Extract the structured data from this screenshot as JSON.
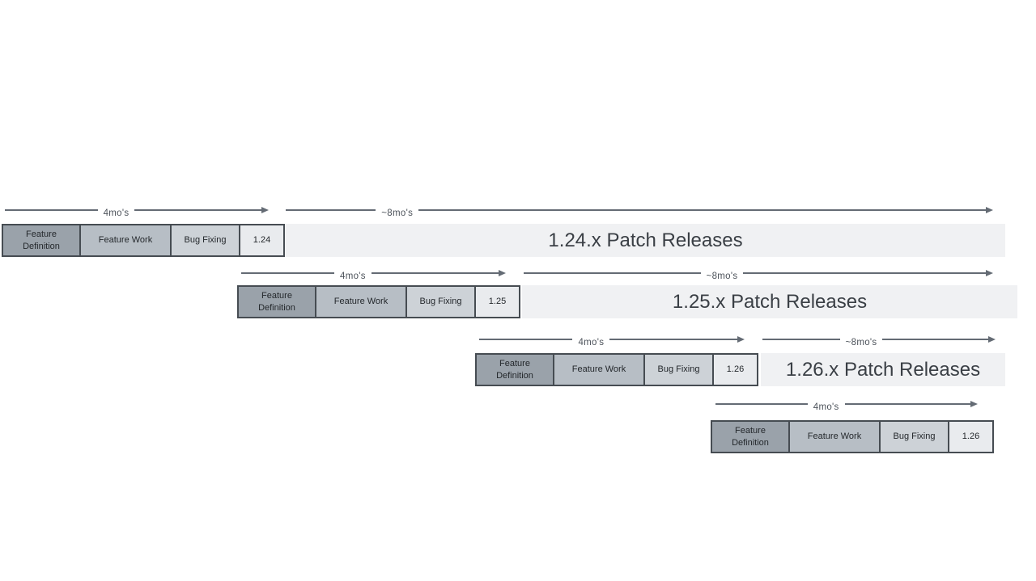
{
  "diagram": {
    "name": "release-cadence-timeline",
    "colors": {
      "feature_definition": "#9aa2aa",
      "feature_work": "#b7bec5",
      "bug_fixing": "#cdd2d7",
      "version_box": "#e9ebee",
      "patch_strip": "#f0f1f3",
      "border": "#464c52",
      "arrow": "#646b74"
    },
    "cycles": [
      {
        "version": "1.24",
        "dev_duration": "4mo's",
        "patch_duration": "~8mo's",
        "phases": [
          "Feature Definition",
          "Feature Work",
          "Bug Fixing"
        ],
        "patch_label": "1.24.x Patch Releases"
      },
      {
        "version": "1.25",
        "dev_duration": "4mo's",
        "patch_duration": "~8mo's",
        "phases": [
          "Feature Definition",
          "Feature Work",
          "Bug Fixing"
        ],
        "patch_label": "1.25.x Patch Releases"
      },
      {
        "version": "1.26",
        "dev_duration": "4mo's",
        "patch_duration": "~8mo's",
        "phases": [
          "Feature Definition",
          "Feature Work",
          "Bug Fixing"
        ],
        "patch_label": "1.26.x Patch Releases"
      },
      {
        "version": "1.26",
        "dev_duration": "4mo's",
        "phases": [
          "Feature Definition",
          "Feature Work",
          "Bug Fixing"
        ]
      }
    ]
  }
}
